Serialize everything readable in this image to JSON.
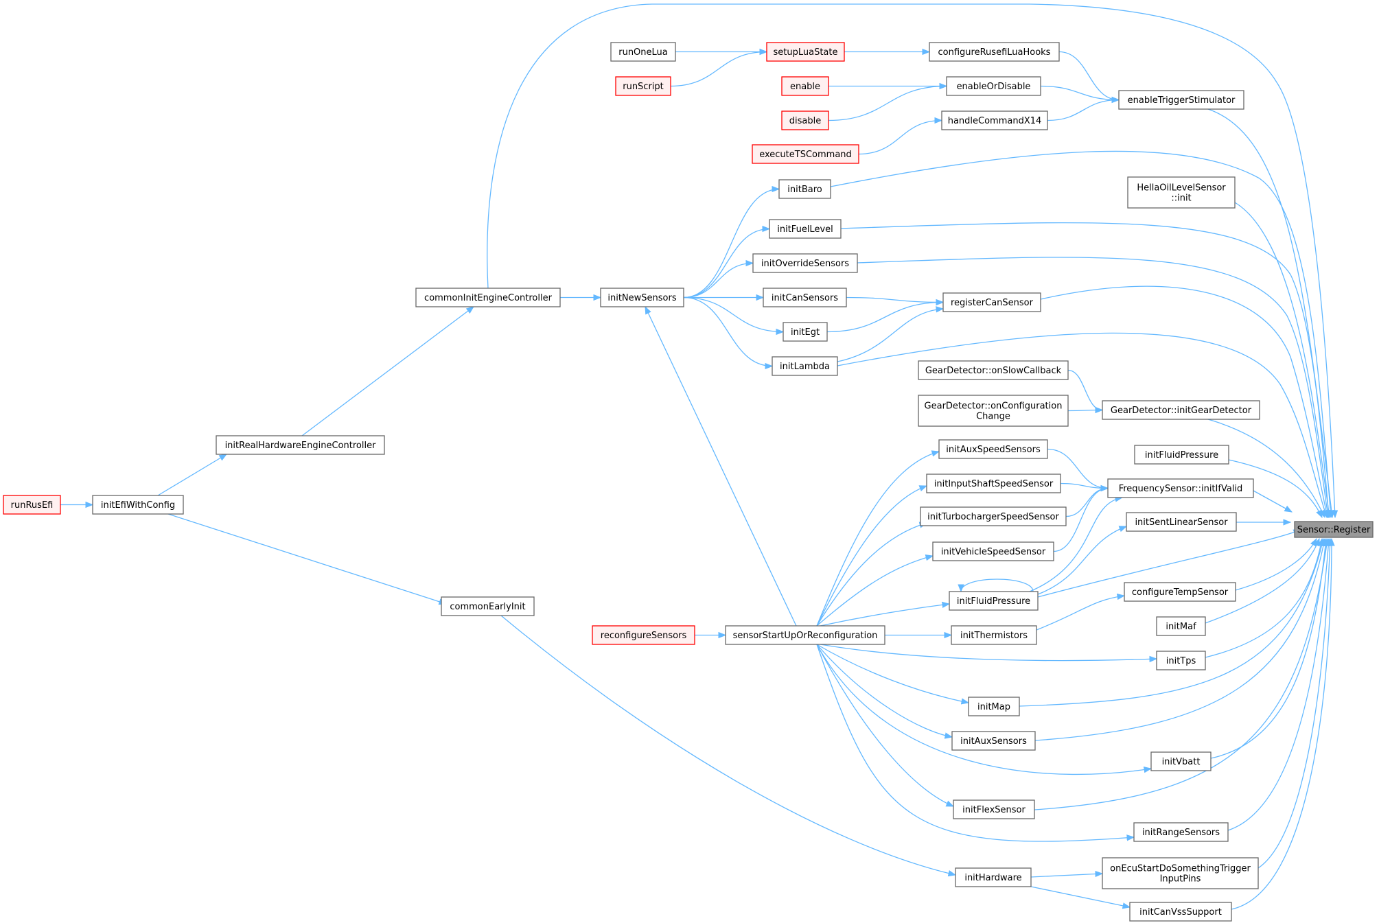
{
  "nodes": [
    {
      "id": "root",
      "lines": [
        "Sensor::Register"
      ],
      "style": "root"
    },
    {
      "id": "runOneLua",
      "lines": [
        "runOneLua"
      ]
    },
    {
      "id": "setupLuaState",
      "lines": [
        "setupLuaState"
      ],
      "style": "red"
    },
    {
      "id": "configureRusefiLuaHooks",
      "lines": [
        "configureRusefiLuaHooks"
      ]
    },
    {
      "id": "runScript",
      "lines": [
        "runScript"
      ],
      "style": "red"
    },
    {
      "id": "enable",
      "lines": [
        "enable"
      ],
      "style": "red"
    },
    {
      "id": "enableOrDisable",
      "lines": [
        "enableOrDisable"
      ]
    },
    {
      "id": "enableTriggerStimulator",
      "lines": [
        "enableTriggerStimulator"
      ]
    },
    {
      "id": "disable",
      "lines": [
        "disable"
      ],
      "style": "red"
    },
    {
      "id": "handleCommandX14",
      "lines": [
        "handleCommandX14"
      ]
    },
    {
      "id": "executeTSCommand",
      "lines": [
        "executeTSCommand"
      ],
      "style": "red"
    },
    {
      "id": "initBaro",
      "lines": [
        "initBaro"
      ]
    },
    {
      "id": "hellaInit",
      "lines": [
        "HellaOilLevelSensor",
        "::init"
      ]
    },
    {
      "id": "initFuelLevel",
      "lines": [
        "initFuelLevel"
      ]
    },
    {
      "id": "initOverrideSensors",
      "lines": [
        "initOverrideSensors"
      ]
    },
    {
      "id": "commonInitEngineController",
      "lines": [
        "commonInitEngineController"
      ]
    },
    {
      "id": "initNewSensors",
      "lines": [
        "initNewSensors"
      ]
    },
    {
      "id": "initCanSensors",
      "lines": [
        "initCanSensors"
      ]
    },
    {
      "id": "registerCanSensor",
      "lines": [
        "registerCanSensor"
      ]
    },
    {
      "id": "initEgt",
      "lines": [
        "initEgt"
      ]
    },
    {
      "id": "initLambda",
      "lines": [
        "initLambda"
      ]
    },
    {
      "id": "onSlowCallback",
      "lines": [
        "GearDetector::onSlowCallback"
      ]
    },
    {
      "id": "onConfigurationChange",
      "lines": [
        "GearDetector::onConfiguration",
        "Change"
      ]
    },
    {
      "id": "initGearDetector",
      "lines": [
        "GearDetector::initGearDetector"
      ]
    },
    {
      "id": "initRealHardwareEngineController",
      "lines": [
        "initRealHardwareEngineController"
      ]
    },
    {
      "id": "initAuxSpeedSensors",
      "lines": [
        "initAuxSpeedSensors"
      ]
    },
    {
      "id": "initFluidPressureA",
      "lines": [
        "initFluidPressure"
      ]
    },
    {
      "id": "initInputShaftSpeedSensor",
      "lines": [
        "initInputShaftSpeedSensor"
      ]
    },
    {
      "id": "frequencyInitIfValid",
      "lines": [
        "FrequencySensor::initIfValid"
      ]
    },
    {
      "id": "runRusEfi",
      "lines": [
        "runRusEfi"
      ],
      "style": "red"
    },
    {
      "id": "initEfiWithConfig",
      "lines": [
        "initEfiWithConfig"
      ]
    },
    {
      "id": "initTurbochargerSpeedSensor",
      "lines": [
        "initTurbochargerSpeedSensor"
      ]
    },
    {
      "id": "initSentLinearSensor",
      "lines": [
        "initSentLinearSensor"
      ]
    },
    {
      "id": "initVehicleSpeedSensor",
      "lines": [
        "initVehicleSpeedSensor"
      ]
    },
    {
      "id": "initFluidPressureB",
      "lines": [
        "initFluidPressure"
      ]
    },
    {
      "id": "configureTempSensor",
      "lines": [
        "configureTempSensor"
      ]
    },
    {
      "id": "commonEarlyInit",
      "lines": [
        "commonEarlyInit"
      ]
    },
    {
      "id": "initMaf",
      "lines": [
        "initMaf"
      ]
    },
    {
      "id": "reconfigureSensors",
      "lines": [
        "reconfigureSensors"
      ],
      "style": "red"
    },
    {
      "id": "sensorStartUpOrReconfiguration",
      "lines": [
        "sensorStartUpOrReconfiguration"
      ]
    },
    {
      "id": "initThermistors",
      "lines": [
        "initThermistors"
      ]
    },
    {
      "id": "initTps",
      "lines": [
        "initTps"
      ]
    },
    {
      "id": "initMap",
      "lines": [
        "initMap"
      ]
    },
    {
      "id": "initAuxSensors",
      "lines": [
        "initAuxSensors"
      ]
    },
    {
      "id": "initVbatt",
      "lines": [
        "initVbatt"
      ]
    },
    {
      "id": "initFlexSensor",
      "lines": [
        "initFlexSensor"
      ]
    },
    {
      "id": "initRangeSensors",
      "lines": [
        "initRangeSensors"
      ]
    },
    {
      "id": "onEcuStartDoSomethingTriggerInputPins",
      "lines": [
        "onEcuStartDoSomethingTrigger",
        "InputPins"
      ]
    },
    {
      "id": "initHardware",
      "lines": [
        "initHardware"
      ]
    },
    {
      "id": "initCanVssSupport",
      "lines": [
        "initCanVssSupport"
      ]
    }
  ],
  "edges": [
    [
      "runOneLua",
      "setupLuaState"
    ],
    [
      "runScript",
      "setupLuaState"
    ],
    [
      "setupLuaState",
      "configureRusefiLuaHooks"
    ],
    [
      "configureRusefiLuaHooks",
      "enableTriggerStimulator"
    ],
    [
      "enable",
      "enableOrDisable"
    ],
    [
      "disable",
      "enableOrDisable"
    ],
    [
      "enableOrDisable",
      "enableTriggerStimulator"
    ],
    [
      "executeTSCommand",
      "handleCommandX14"
    ],
    [
      "handleCommandX14",
      "enableTriggerStimulator"
    ],
    [
      "enableTriggerStimulator",
      "root"
    ],
    [
      "commonInitEngineController",
      "root"
    ],
    [
      "initBaro",
      "root"
    ],
    [
      "hellaInit",
      "root"
    ],
    [
      "initFuelLevel",
      "root"
    ],
    [
      "initOverrideSensors",
      "root"
    ],
    [
      "registerCanSensor",
      "root"
    ],
    [
      "initLambda",
      "root"
    ],
    [
      "initGearDetector",
      "root"
    ],
    [
      "initFluidPressureA",
      "root"
    ],
    [
      "frequencyInitIfValid",
      "root"
    ],
    [
      "initSentLinearSensor",
      "root"
    ],
    [
      "initFluidPressureB",
      "root"
    ],
    [
      "configureTempSensor",
      "root"
    ],
    [
      "initMaf",
      "root"
    ],
    [
      "initTps",
      "root"
    ],
    [
      "initMap",
      "root"
    ],
    [
      "initAuxSensors",
      "root"
    ],
    [
      "initVbatt",
      "root"
    ],
    [
      "initFlexSensor",
      "root"
    ],
    [
      "initRangeSensors",
      "root"
    ],
    [
      "onEcuStartDoSomethingTriggerInputPins",
      "root"
    ],
    [
      "initCanVssSupport",
      "root"
    ],
    [
      "commonInitEngineController",
      "initNewSensors"
    ],
    [
      "initNewSensors",
      "initBaro"
    ],
    [
      "initNewSensors",
      "initFuelLevel"
    ],
    [
      "initNewSensors",
      "initOverrideSensors"
    ],
    [
      "initNewSensors",
      "initCanSensors"
    ],
    [
      "initNewSensors",
      "initEgt"
    ],
    [
      "initNewSensors",
      "initLambda"
    ],
    [
      "initCanSensors",
      "registerCanSensor"
    ],
    [
      "initEgt",
      "registerCanSensor"
    ],
    [
      "initLambda",
      "registerCanSensor"
    ],
    [
      "onSlowCallback",
      "initGearDetector"
    ],
    [
      "onConfigurationChange",
      "initGearDetector"
    ],
    [
      "initRealHardwareEngineController",
      "commonInitEngineController"
    ],
    [
      "initEfiWithConfig",
      "initRealHardwareEngineController"
    ],
    [
      "runRusEfi",
      "initEfiWithConfig"
    ],
    [
      "initEfiWithConfig",
      "commonEarlyInit"
    ],
    [
      "initAuxSpeedSensors",
      "frequencyInitIfValid"
    ],
    [
      "initInputShaftSpeedSensor",
      "frequencyInitIfValid"
    ],
    [
      "initTurbochargerSpeedSensor",
      "frequencyInitIfValid"
    ],
    [
      "initVehicleSpeedSensor",
      "frequencyInitIfValid"
    ],
    [
      "initFluidPressureB",
      "frequencyInitIfValid"
    ],
    [
      "initFluidPressureB",
      "initSentLinearSensor"
    ],
    [
      "initFluidPressureB",
      "initFluidPressureB"
    ],
    [
      "initThermistors",
      "configureTempSensor"
    ],
    [
      "reconfigureSensors",
      "sensorStartUpOrReconfiguration"
    ],
    [
      "sensorStartUpOrReconfiguration",
      "initNewSensors"
    ],
    [
      "sensorStartUpOrReconfiguration",
      "initAuxSpeedSensors"
    ],
    [
      "sensorStartUpOrReconfiguration",
      "initInputShaftSpeedSensor"
    ],
    [
      "sensorStartUpOrReconfiguration",
      "initTurbochargerSpeedSensor"
    ],
    [
      "sensorStartUpOrReconfiguration",
      "initVehicleSpeedSensor"
    ],
    [
      "sensorStartUpOrReconfiguration",
      "initFluidPressureB"
    ],
    [
      "sensorStartUpOrReconfiguration",
      "initThermistors"
    ],
    [
      "sensorStartUpOrReconfiguration",
      "initTps"
    ],
    [
      "sensorStartUpOrReconfiguration",
      "initMap"
    ],
    [
      "sensorStartUpOrReconfiguration",
      "initAuxSensors"
    ],
    [
      "sensorStartUpOrReconfiguration",
      "initVbatt"
    ],
    [
      "sensorStartUpOrReconfiguration",
      "initFlexSensor"
    ],
    [
      "sensorStartUpOrReconfiguration",
      "initRangeSensors"
    ],
    [
      "commonEarlyInit",
      "initHardware"
    ],
    [
      "initHardware",
      "onEcuStartDoSomethingTriggerInputPins"
    ],
    [
      "initHardware",
      "initCanVssSupport"
    ]
  ],
  "colors": {
    "edge": "#63b8ff",
    "node_border": "#666666",
    "red_border": "#ff0000",
    "root_fill": "#999999"
  }
}
